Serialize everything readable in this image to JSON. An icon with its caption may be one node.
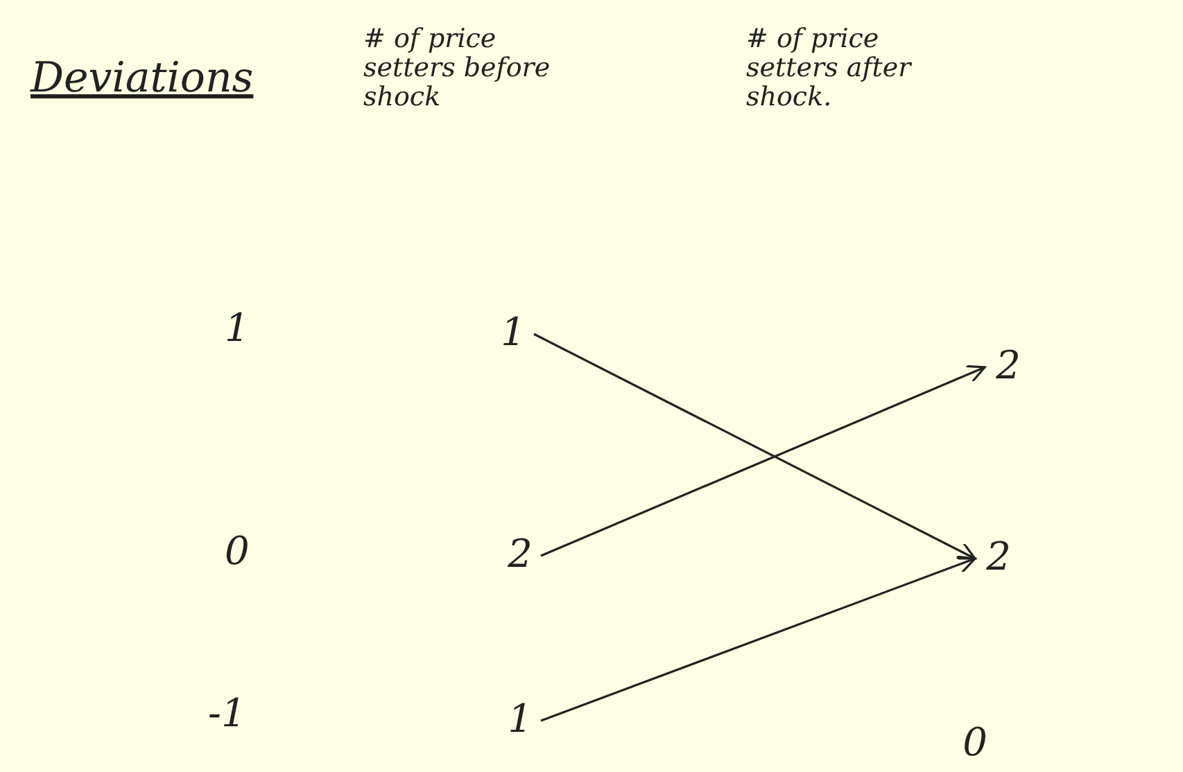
{
  "diagram": {
    "nodes": [
      {
        "text": [
          "1"
        ]
      },
      {
        "text": [
          "2"
        ]
      },
      {
        "text": [
          "2"
        ]
      },
      {
        "text": [
          "2"
        ]
      },
      {
        "text": [
          "1"
        ]
      },
      {
        "text": [
          "0"
        ]
      }
    ],
    "edges": [
      {
        "from": 0,
        "to": 3,
        "arrow": "to"
      },
      {
        "from": 2,
        "to": 1,
        "arrow": "to"
      },
      {
        "from": 4,
        "to": 3,
        "arrow": "to"
      }
    ],
    "labels": [
      "Deviations",
      "# of price setters before shock",
      "# of price setters after shock.",
      "1",
      "0",
      "-1"
    ]
  }
}
